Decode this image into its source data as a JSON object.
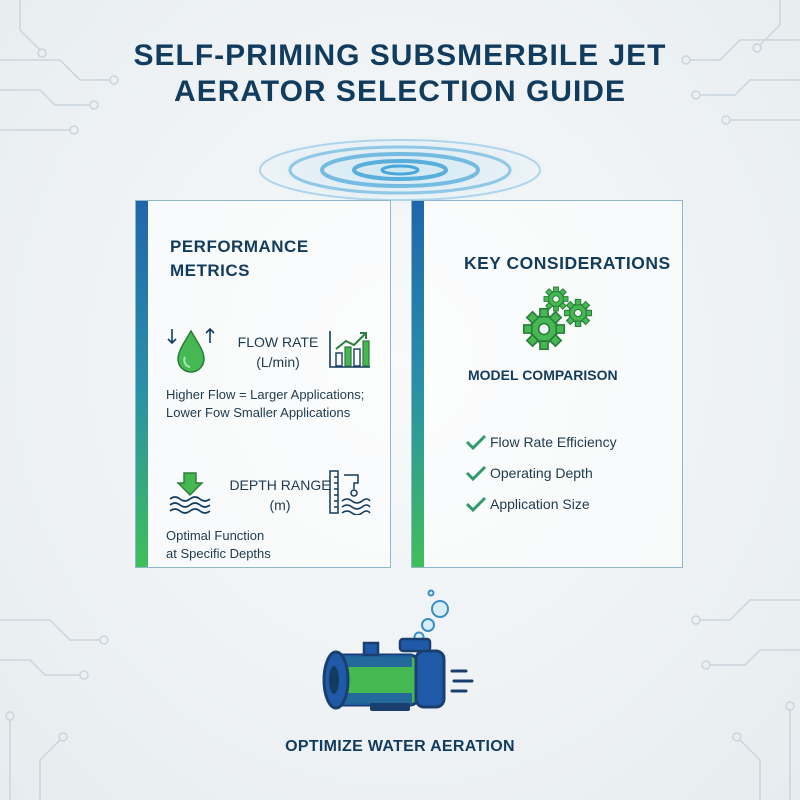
{
  "title_line1": "SELF-PRIMING SUBSMERBILE JET",
  "title_line2": "AERATOR SELECTION GUIDE",
  "performance": {
    "heading_line1": "PERFORMANCE",
    "heading_line2": "METRICS",
    "flow_label": "FLOW RATE",
    "flow_unit": "(L/min)",
    "flow_desc_line1": "Higher Flow = Larger Applications;",
    "flow_desc_line2": "Lower Fow Smaller Applications",
    "depth_label": "DEPTH RANGE",
    "depth_unit": "(m)",
    "depth_desc_line1": "Optimal Function",
    "depth_desc_line2": "at Specific Depths"
  },
  "considerations": {
    "heading": "KEY CONSIDERATIONS",
    "subheading": "MODEL COMPARISON",
    "items": [
      "Flow Rate Efficiency",
      "Operating Depth",
      "Application Size"
    ]
  },
  "footer": "OPTIMIZE WATER AERATION",
  "colors": {
    "navy": "#123c5e",
    "blue": "#1f66ad",
    "green": "#3fbf5a",
    "water": "#4aa8d8"
  },
  "icons": [
    "water-drop-icon",
    "up-down-arrows-icon",
    "bar-chart-trend-icon",
    "down-arrow-waves-icon",
    "depth-gauge-icon",
    "gears-icon",
    "checkmark-icon",
    "jet-aerator-pump-icon",
    "bubbles-icon"
  ]
}
